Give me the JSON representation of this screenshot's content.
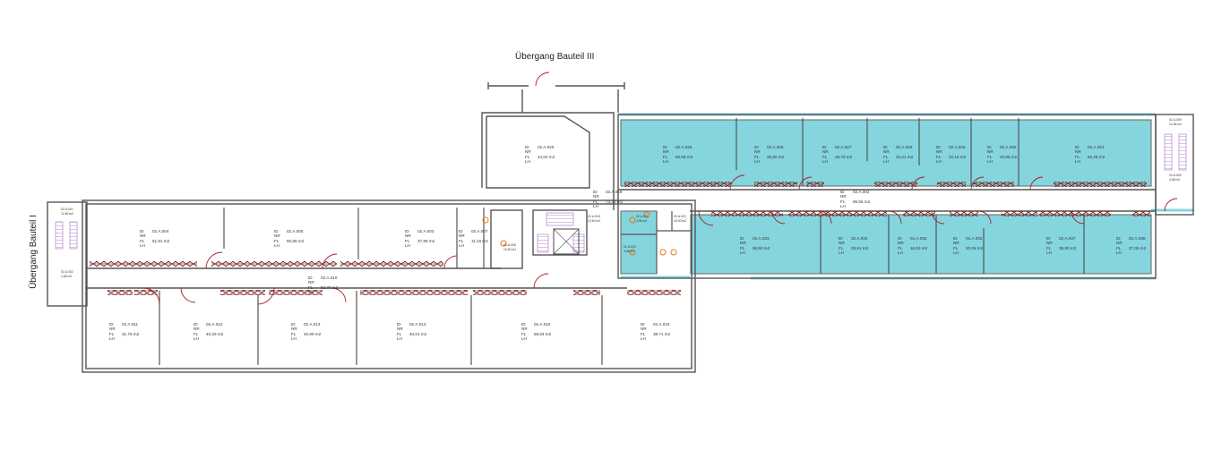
{
  "titles": {
    "top": "Übergang Bauteil III",
    "left": "Übergang Bauteil I"
  },
  "field_keys": [
    "ID",
    "NR",
    "FL",
    "LH"
  ],
  "colors": {
    "highlight": "#84d5de",
    "wall": "#666666",
    "pattern": "#7a1f1f",
    "door": "#a02020"
  },
  "rooms": [
    {
      "id": "02.A.004",
      "area": "51,81 m2"
    },
    {
      "id": "02.A.005",
      "area": "50,65 m2"
    },
    {
      "id": "02.A.003",
      "area": "37,95 m2"
    },
    {
      "id": "02.A.007",
      "area": "11,10 m2"
    },
    {
      "id": "02.A.010",
      "area": "82,76 m2"
    },
    {
      "id": "02.A.011",
      "area": "31,76 m2"
    },
    {
      "id": "02.A.012",
      "area": "40,29 m2"
    },
    {
      "id": "02.A.013",
      "area": "40,69 m2"
    },
    {
      "id": "02.A.014",
      "area": "40,01 m2"
    },
    {
      "id": "02.A.015",
      "area": "58,84 m2"
    },
    {
      "id": "02.A.016",
      "area": "38,71 m2"
    },
    {
      "id": "02.A.020",
      "area": "44,04 m2"
    },
    {
      "id": "02.A.019",
      "area": "73,30 m2"
    },
    {
      "id": "02.A.025",
      "area": "50,58 m2"
    },
    {
      "id": "02.A.029",
      "area": "29,80 m2"
    },
    {
      "id": "02.A.027",
      "area": "29,79 m2"
    },
    {
      "id": "02.A.026",
      "area": "22,21 m2"
    },
    {
      "id": "02.A.029",
      "area": "22,16 m2"
    },
    {
      "id": "02.A.030",
      "area": "23,86 m2"
    },
    {
      "id": "02.A.031",
      "area": "50,28 m2"
    },
    {
      "id": "02.A.002",
      "area": "86,55 m2"
    },
    {
      "id": "02.A.033",
      "area": "56,50 m2"
    },
    {
      "id": "02.A.034",
      "area": "28,51 m2"
    },
    {
      "id": "02.A.035",
      "area": "16,53 m2"
    },
    {
      "id": "02.A.036",
      "area": "20,06 m2"
    },
    {
      "id": "02.A.037",
      "area": "39,80 m2"
    },
    {
      "id": "02.A.038",
      "area": "27,05 m2"
    }
  ],
  "small_rooms": [
    {
      "id": "02.A.001",
      "area": "12,60 m2"
    },
    {
      "id": "02.A.002",
      "area": "1,66 m2"
    },
    {
      "id": "02.A.008",
      "area": "10,60 m2"
    },
    {
      "id": "02.A.018",
      "area": "13,60 m2"
    },
    {
      "id": "02.A.021",
      "area": "4,96 m2"
    },
    {
      "id": "02.A.022",
      "area": "15,00 m2"
    },
    {
      "id": "02.A.024",
      "area": "3,66 m2"
    },
    {
      "id": "02.A.039",
      "area": "12,66 m2"
    },
    {
      "id": "02.A.040",
      "area": "4,56 m2"
    }
  ]
}
